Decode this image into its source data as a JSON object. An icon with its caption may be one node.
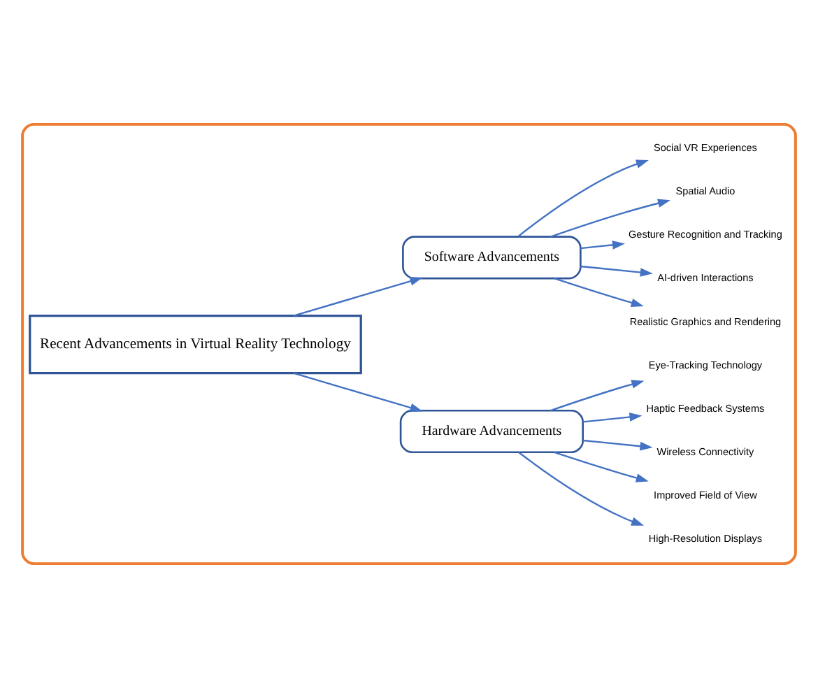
{
  "diagram": {
    "nodes": [
      {
        "text": [],
        "shape": "box"
      },
      {
        "text": [
          "Recent Advancements in Virtual Reality Technology"
        ],
        "in": 0
      },
      {
        "text": [
          "Hardware Advancements"
        ],
        "in": 0
      },
      {
        "text": [
          "Software Advancements"
        ],
        "in": 0
      },
      {
        "text": [
          "High-Resolution Displays"
        ],
        "in": 0
      },
      {
        "text": [
          "Improved Field of View"
        ],
        "in": 0
      },
      {
        "text": [
          "Wireless Connectivity"
        ],
        "in": 0
      },
      {
        "text": [
          "Haptic Feedback Systems"
        ],
        "in": 0
      },
      {
        "text": [
          "Eye-Tracking Technology"
        ],
        "in": 0
      },
      {
        "text": [
          "Realistic Graphics and Rendering"
        ],
        "in": 0
      },
      {
        "text": [
          "AI-driven Interactions"
        ],
        "in": 0
      },
      {
        "text": [
          "Gesture Recognition and Tracking"
        ],
        "in": 0
      },
      {
        "text": [
          "Spatial Audio"
        ],
        "in": 0
      },
      {
        "text": [
          "Social VR Experiences"
        ],
        "in": 0
      }
    ],
    "edges": [
      {
        "from": 1,
        "to": 2,
        "arrow": "to"
      },
      {
        "from": 1,
        "to": 3,
        "arrow": "to"
      },
      {
        "from": 2,
        "to": 4,
        "arrow": "to"
      },
      {
        "from": 2,
        "to": 5,
        "arrow": "to"
      },
      {
        "from": 2,
        "to": 6,
        "arrow": "to"
      },
      {
        "from": 2,
        "to": 7,
        "arrow": "to"
      },
      {
        "from": 2,
        "to": 8,
        "arrow": "to"
      },
      {
        "from": 3,
        "to": 9,
        "arrow": "to"
      },
      {
        "from": 3,
        "to": 10,
        "arrow": "to"
      },
      {
        "from": 3,
        "to": 11,
        "arrow": "to"
      },
      {
        "from": 3,
        "to": 12,
        "arrow": "to"
      },
      {
        "from": 3,
        "to": 13,
        "arrow": "to"
      }
    ]
  }
}
